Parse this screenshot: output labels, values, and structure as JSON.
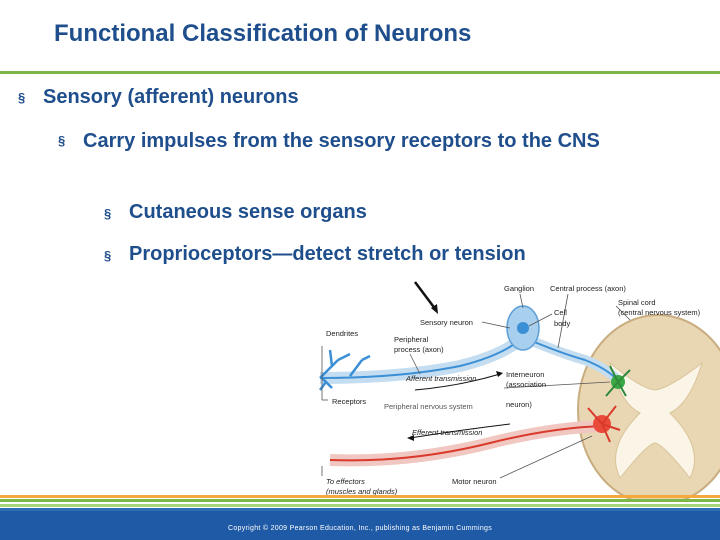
{
  "slide": {
    "title": "Functional Classification of Neurons",
    "bullets": [
      "Sensory (afferent) neurons",
      "Carry impulses from the sensory receptors to the CNS",
      "Cutaneous sense organs",
      "Proprioceptors—detect stretch or tension"
    ],
    "bullet_mark": "§"
  },
  "figure": {
    "labels": {
      "ganglion": "Ganglion",
      "central_process": "Central process (axon)",
      "sensory_neuron": "Sensory neuron",
      "cell": "Cell",
      "body": "body",
      "spinal_cord": "Spinal cord",
      "cns": "(central nervous system)",
      "dendrites": "Dendrites",
      "peripheral": "Peripheral",
      "process_axon": "process (axon)",
      "afferent": "Afferent  transmission",
      "interneuron": "Interneuron",
      "association": "(association",
      "neuron_close": "neuron)",
      "receptors": "Receptors",
      "pns": "Peripheral nervous system",
      "efferent": "Efferent  transmission",
      "to_effectors": "To  effectors",
      "muscles_glands": "(muscles  and  glands)",
      "motor_neuron": "Motor neuron"
    }
  },
  "footer": {
    "copyright": "Copyright © 2009 Pearson Education, Inc., publishing as Benjamin Cummings"
  },
  "colors": {
    "title": "#1f4e8c",
    "accent_green": "#7ab648",
    "footer_blue": "#1f5aa6",
    "sensory_blue": "#3a8fd6",
    "motor_red": "#d93a2b"
  }
}
